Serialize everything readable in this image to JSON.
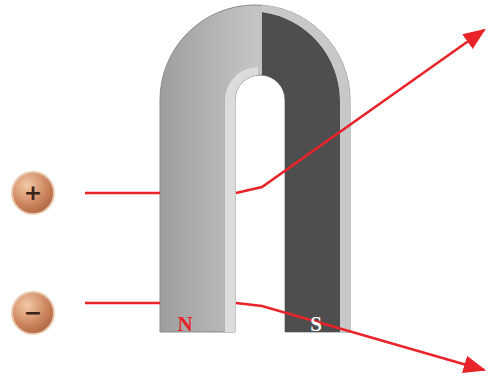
{
  "diagram": {
    "nodes": [
      {
        "text": [
          "+"
        ]
      },
      {
        "text": [
          "−"
        ]
      }
    ],
    "labels": [
      "N",
      "S"
    ]
  }
}
